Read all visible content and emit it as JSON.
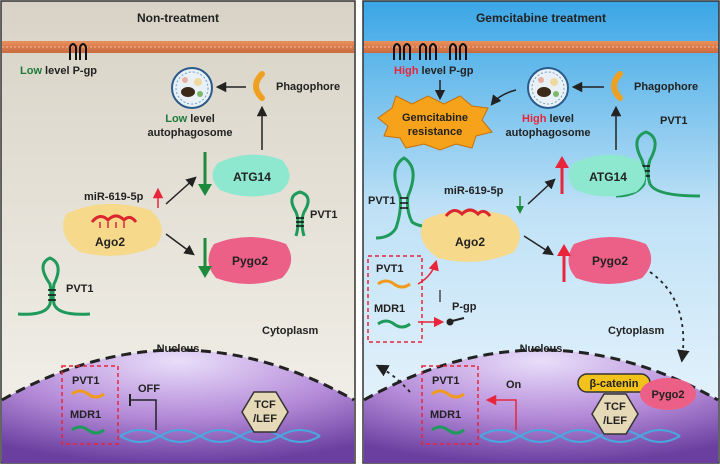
{
  "left_panel": {
    "title": "Non-treatment",
    "pgp_level_word": "Low",
    "pgp_label_rest": " level P-gp",
    "autophagosome_level_word": "Low",
    "autophagosome_level_rest": " level",
    "autophagosome_label": "autophagosome",
    "phagophore_label": "Phagophore",
    "mirna_label": "miR-619-5p",
    "ago2_label": "Ago2",
    "atg14_label": "ATG14",
    "pygo2_label": "Pygo2",
    "pvt1_label_right": "PVT1",
    "pvt1_label_left": "PVT1",
    "cytoplasm_label": "Cytoplasm",
    "nucleus_label": "Nucleus",
    "nuclear_pvt1_label": "PVT1",
    "nuclear_mdr1_label": "MDR1",
    "off_label": "OFF",
    "tcf_lef_line1": "TCF",
    "tcf_lef_line2": "/LEF"
  },
  "right_panel": {
    "title": "Gemcitabine treatment",
    "pgp_level_word": "High",
    "pgp_label_rest": " level P-gp",
    "resistance_line1": "Gemcitabine",
    "resistance_line2": "resistance",
    "autophagosome_level_word": "High",
    "autophagosome_level_rest": " level",
    "autophagosome_label": "autophagosome",
    "phagophore_label": "Phagophore",
    "pvt1_top_label": "PVT1",
    "pvt1_left_label": "PVT1",
    "mirna_label": "miR-619-5p",
    "ago2_label": "Ago2",
    "atg14_label": "ATG14",
    "pygo2_label": "Pygo2",
    "box_pvt1_label": "PVT1",
    "box_mdr1_label": "MDR1",
    "pgp_label": "P-gp",
    "cytoplasm_label": "Cytoplasm",
    "nucleus_label": "Nucleus",
    "nuclear_pvt1_label": "PVT1",
    "nuclear_mdr1_label": "MDR1",
    "on_label": "On",
    "beta_catenin_label": "β-catenin",
    "tcf_lef_line1": "TCF",
    "tcf_lef_line2": "/LEF",
    "pygo2_nuclear_label": "Pygo2"
  },
  "colors": {
    "low_green": "#1e7a3c",
    "high_red": "#e8253a",
    "membrane": "#d77a4a",
    "ago2": "#f6d98a",
    "atg14": "#8ee8cf",
    "pygo2": "#ec5f86",
    "rna_green": "#1f9a5a",
    "mirna_red": "#d9262f",
    "orange_rna": "#f09a1e",
    "star": "#f6a21a",
    "dna_blue": "#4aa8e0"
  }
}
